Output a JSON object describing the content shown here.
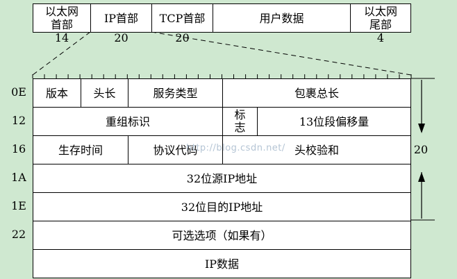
{
  "top_frame": {
    "cells": [
      {
        "label": "以太网\n首部",
        "size": "14"
      },
      {
        "label": "IP首部",
        "size": "20"
      },
      {
        "label": "TCP首部",
        "size": "20"
      },
      {
        "label": "用户数据",
        "size": ""
      },
      {
        "label": "以太网\n尾部",
        "size": "4"
      }
    ]
  },
  "ip_header": {
    "row_offsets": [
      "0E",
      "12",
      "16",
      "1A",
      "1E",
      "22"
    ],
    "fields": {
      "version": "版本",
      "header_length": "头长",
      "service_type": "服务类型",
      "total_length": "包裹总长",
      "identification": "重组标识",
      "flags": "标\n志",
      "fragment_offset": "13位段偏移量",
      "ttl": "生存时间",
      "protocol": "协议代码",
      "checksum": "头校验和",
      "source_ip": "32位源IP地址",
      "dest_ip": "32位目的IP地址",
      "options": "可选选项（如果有）",
      "ip_data": "IP数据"
    },
    "header_size_label": "20"
  },
  "watermark": "http://blog.csdn.net/"
}
